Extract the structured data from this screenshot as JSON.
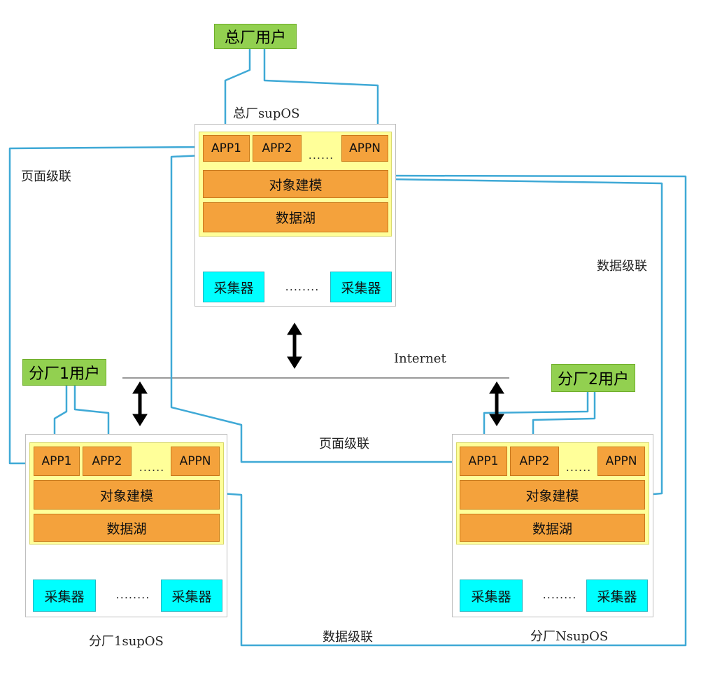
{
  "hq": {
    "user_label": "总厂用户",
    "system_label": "总厂supOS",
    "apps": [
      "APP1",
      "APP2",
      "......",
      "APPN"
    ],
    "modeling": "对象建模",
    "datalake": "数据湖",
    "collector": "采集器",
    "collector_dots": "........"
  },
  "branch1": {
    "user_label": "分厂1用户",
    "system_label": "分厂1supOS",
    "apps": [
      "APP1",
      "APP2",
      "......",
      "APPN"
    ],
    "modeling": "对象建模",
    "datalake": "数据湖",
    "collector": "采集器",
    "collector_dots": "........"
  },
  "branch2": {
    "user_label": "分厂2用户",
    "system_label": "分厂NsupOS",
    "apps": [
      "APP1",
      "APP2",
      "......",
      "APPN"
    ],
    "modeling": "对象建模",
    "datalake": "数据湖",
    "collector": "采集器",
    "collector_dots": "........"
  },
  "labels": {
    "page_cascade_left": "页面级联",
    "page_cascade_bottom": "页面级联",
    "data_cascade_right": "数据级联",
    "data_cascade_bottom": "数据级联",
    "internet": "Internet"
  },
  "colors": {
    "user": "#92d050",
    "app": "#f4a23c",
    "panel": "#ffff99",
    "collector": "#00ffff",
    "link": "#3fa9d6"
  }
}
